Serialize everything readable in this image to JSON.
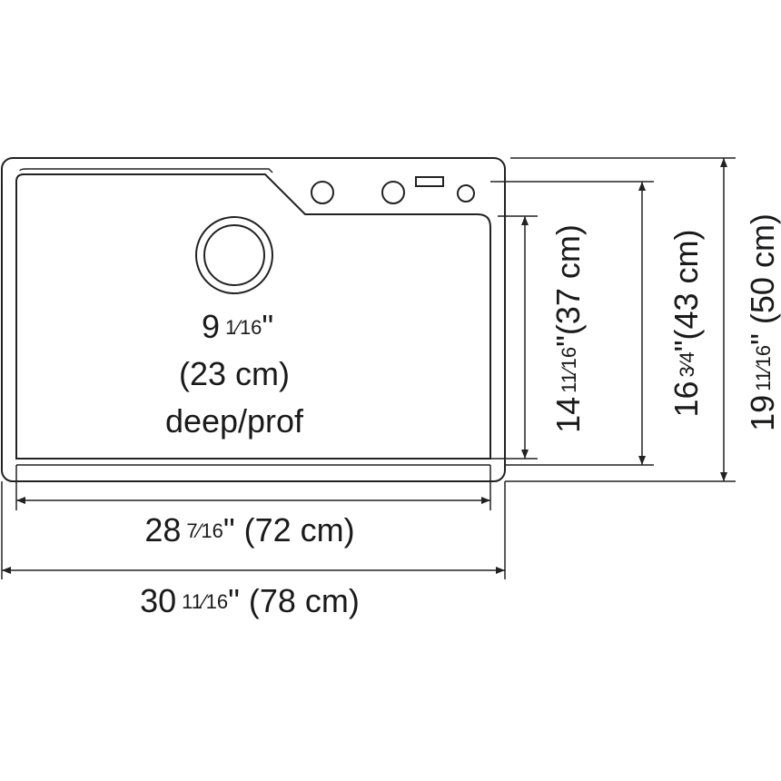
{
  "depth": {
    "whole": "9",
    "fraction": "1⁄16",
    "unit": "\"",
    "metric": "(23 cm)",
    "note": "deep/prof"
  },
  "inner_width": {
    "whole": "28",
    "fraction": "7⁄16",
    "rest": "\" (72 cm)"
  },
  "outer_width": {
    "whole": "30",
    "fraction": "11⁄16",
    "rest": "\" (78 cm)"
  },
  "inner_depth": {
    "whole": "14",
    "fraction": "11⁄16",
    "rest": "\"(37 cm)"
  },
  "mid_depth": {
    "whole": "16",
    "fraction": "3⁄4",
    "rest": "\"(43 cm)"
  },
  "outer_depth": {
    "whole": "19",
    "fraction": "11⁄16",
    "rest": "\" (50 cm)"
  }
}
